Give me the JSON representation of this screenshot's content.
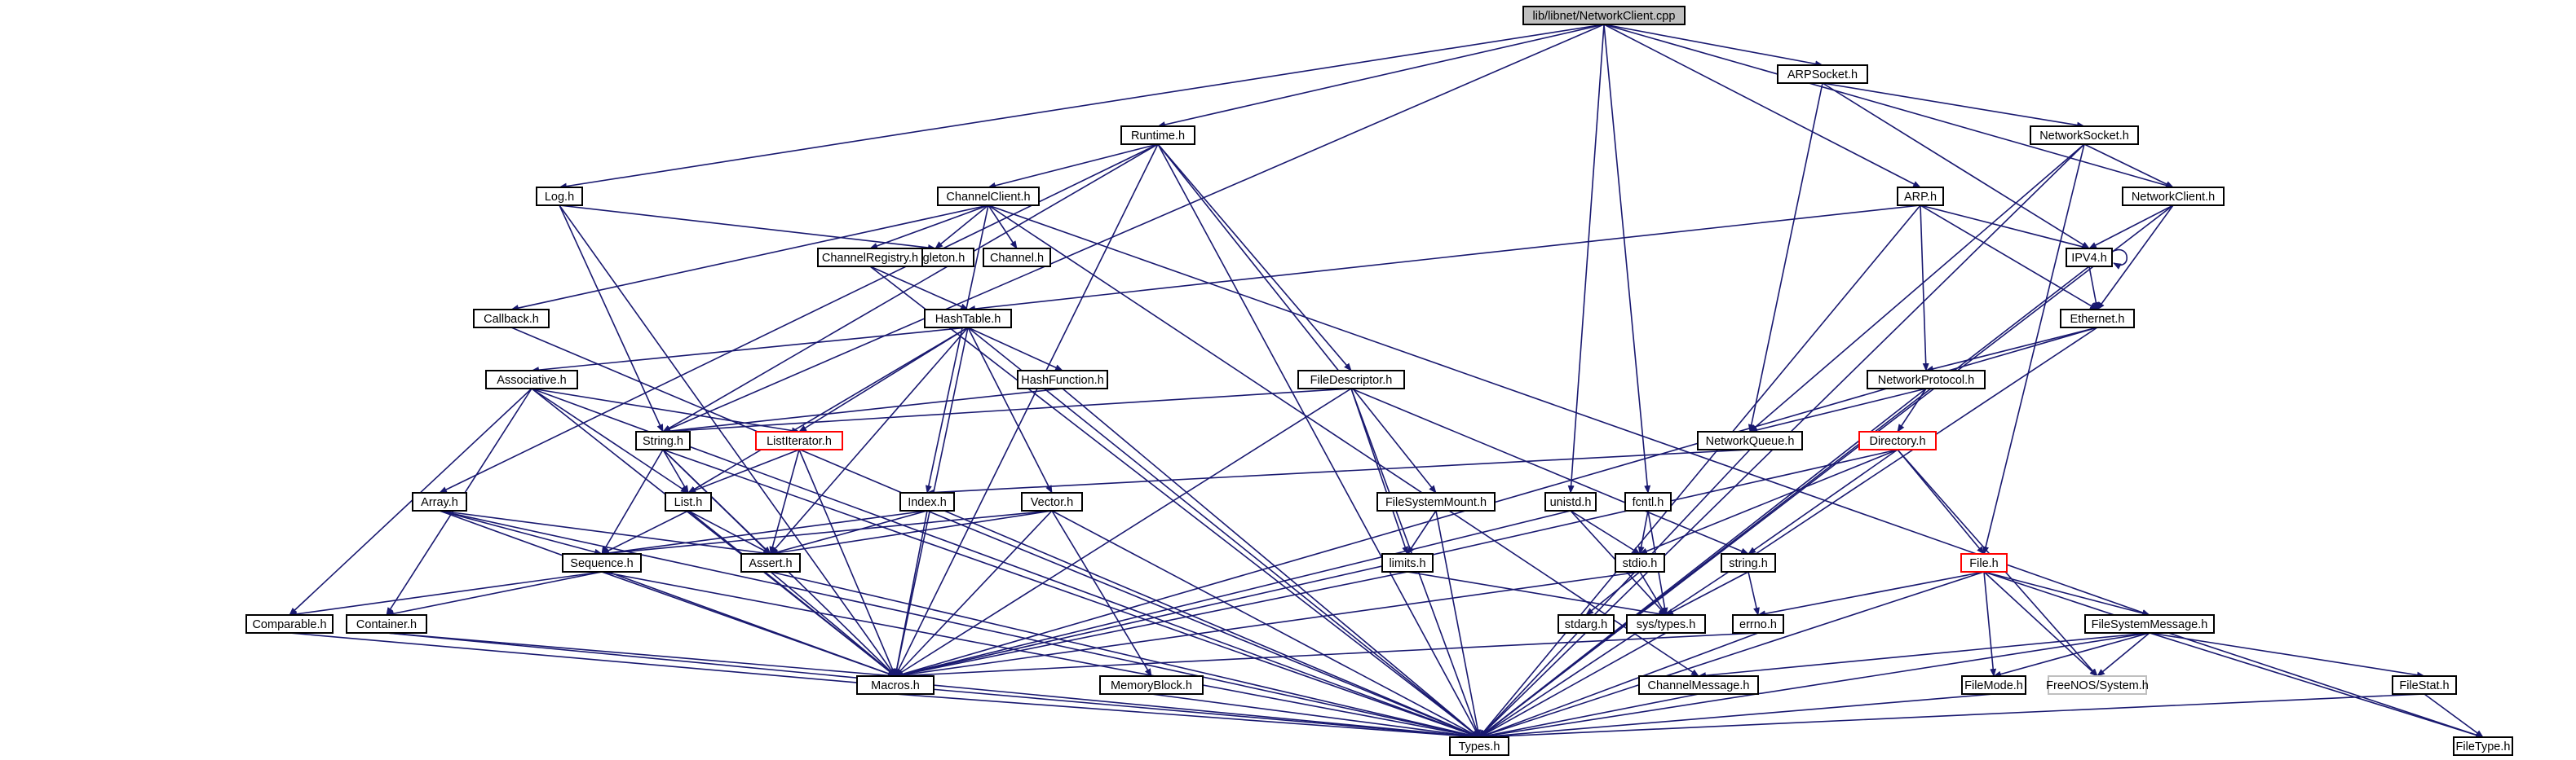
{
  "graph": {
    "title": "lib/libnet/NetworkClient.cpp",
    "edge_color": "#191970",
    "nodes": [
      {
        "id": "root",
        "label": "lib/libnet/NetworkClient.cpp",
        "style": "root"
      },
      {
        "id": "arpsocket",
        "label": "ARPSocket.h"
      },
      {
        "id": "runtime",
        "label": "Runtime.h"
      },
      {
        "id": "networksocket",
        "label": "NetworkSocket.h"
      },
      {
        "id": "log",
        "label": "Log.h"
      },
      {
        "id": "channelclient",
        "label": "ChannelClient.h"
      },
      {
        "id": "arp",
        "label": "ARP.h"
      },
      {
        "id": "networkclient",
        "label": "NetworkClient.h"
      },
      {
        "id": "singleton",
        "label": "Singleton.h"
      },
      {
        "id": "channelregistry",
        "label": "ChannelRegistry.h"
      },
      {
        "id": "channel",
        "label": "Channel.h"
      },
      {
        "id": "ipv4",
        "label": "IPV4.h"
      },
      {
        "id": "callback",
        "label": "Callback.h"
      },
      {
        "id": "hashtable",
        "label": "HashTable.h"
      },
      {
        "id": "ethernet",
        "label": "Ethernet.h"
      },
      {
        "id": "associative",
        "label": "Associative.h"
      },
      {
        "id": "hashfunction",
        "label": "HashFunction.h"
      },
      {
        "id": "filedescriptor",
        "label": "FileDescriptor.h"
      },
      {
        "id": "networkprotocol",
        "label": "NetworkProtocol.h"
      },
      {
        "id": "string",
        "label": "String.h"
      },
      {
        "id": "listiterator",
        "label": "ListIterator.h",
        "style": "red"
      },
      {
        "id": "networkqueue",
        "label": "NetworkQueue.h"
      },
      {
        "id": "directory",
        "label": "Directory.h",
        "style": "red"
      },
      {
        "id": "array",
        "label": "Array.h"
      },
      {
        "id": "list",
        "label": "List.h"
      },
      {
        "id": "index",
        "label": "Index.h"
      },
      {
        "id": "vector",
        "label": "Vector.h"
      },
      {
        "id": "filesystemmount",
        "label": "FileSystemMount.h"
      },
      {
        "id": "unistd",
        "label": "unistd.h"
      },
      {
        "id": "fcntl",
        "label": "fcntl.h"
      },
      {
        "id": "sequence",
        "label": "Sequence.h"
      },
      {
        "id": "assert",
        "label": "Assert.h"
      },
      {
        "id": "limits",
        "label": "limits.h"
      },
      {
        "id": "stdio",
        "label": "stdio.h"
      },
      {
        "id": "stringh",
        "label": "string.h"
      },
      {
        "id": "file",
        "label": "File.h",
        "style": "red"
      },
      {
        "id": "comparable",
        "label": "Comparable.h"
      },
      {
        "id": "container",
        "label": "Container.h"
      },
      {
        "id": "stdarg",
        "label": "stdarg.h"
      },
      {
        "id": "systypes",
        "label": "sys/types.h"
      },
      {
        "id": "errno",
        "label": "errno.h"
      },
      {
        "id": "filesystemmessage",
        "label": "FileSystemMessage.h"
      },
      {
        "id": "macros",
        "label": "Macros.h"
      },
      {
        "id": "memoryblock",
        "label": "MemoryBlock.h"
      },
      {
        "id": "channelmessage",
        "label": "ChannelMessage.h"
      },
      {
        "id": "filemode",
        "label": "FileMode.h"
      },
      {
        "id": "freenossystem",
        "label": "FreeNOS/System.h",
        "style": "gray"
      },
      {
        "id": "filestat",
        "label": "FileStat.h"
      },
      {
        "id": "types",
        "label": "Types.h"
      },
      {
        "id": "filetype",
        "label": "FileType.h"
      }
    ],
    "edges": [
      [
        "root",
        "arpsocket"
      ],
      [
        "root",
        "runtime"
      ],
      [
        "root",
        "log"
      ],
      [
        "root",
        "string"
      ],
      [
        "root",
        "arp"
      ],
      [
        "root",
        "networkclient"
      ],
      [
        "root",
        "unistd"
      ],
      [
        "root",
        "fcntl"
      ],
      [
        "arpsocket",
        "networksocket"
      ],
      [
        "arpsocket",
        "ipv4"
      ],
      [
        "arpsocket",
        "networkqueue"
      ],
      [
        "runtime",
        "channelclient"
      ],
      [
        "runtime",
        "array"
      ],
      [
        "runtime",
        "macros"
      ],
      [
        "runtime",
        "string"
      ],
      [
        "runtime",
        "filedescriptor"
      ],
      [
        "runtime",
        "filesystemmount"
      ],
      [
        "runtime",
        "types"
      ],
      [
        "networksocket",
        "networkclient"
      ],
      [
        "networksocket",
        "networkqueue"
      ],
      [
        "networksocket",
        "file"
      ],
      [
        "networksocket",
        "types"
      ],
      [
        "log",
        "singleton"
      ],
      [
        "log",
        "string"
      ],
      [
        "log",
        "macros"
      ],
      [
        "channelclient",
        "singleton"
      ],
      [
        "channelclient",
        "channelregistry"
      ],
      [
        "channelclient",
        "channel"
      ],
      [
        "channelclient",
        "callback"
      ],
      [
        "channelclient",
        "index"
      ],
      [
        "channelclient",
        "channelmessage"
      ],
      [
        "channelclient",
        "filesystemmessage"
      ],
      [
        "arp",
        "hashtable"
      ],
      [
        "arp",
        "ipv4"
      ],
      [
        "arp",
        "ethernet"
      ],
      [
        "arp",
        "networkprotocol"
      ],
      [
        "arp",
        "types"
      ],
      [
        "networkclient",
        "ipv4"
      ],
      [
        "networkclient",
        "ethernet"
      ],
      [
        "networkclient",
        "types"
      ],
      [
        "channelregistry",
        "hashtable"
      ],
      [
        "channelregistry",
        "types"
      ],
      [
        "ipv4",
        "ipv4"
      ],
      [
        "ipv4",
        "ethernet"
      ],
      [
        "ipv4",
        "types"
      ],
      [
        "callback",
        "types"
      ],
      [
        "hashtable",
        "associative"
      ],
      [
        "hashtable",
        "hashfunction"
      ],
      [
        "hashtable",
        "listiterator"
      ],
      [
        "hashtable",
        "list"
      ],
      [
        "hashtable",
        "assert"
      ],
      [
        "hashtable",
        "vector"
      ],
      [
        "hashtable",
        "macros"
      ],
      [
        "hashtable",
        "types"
      ],
      [
        "ethernet",
        "networkprotocol"
      ],
      [
        "ethernet",
        "types"
      ],
      [
        "ethernet",
        "macros"
      ],
      [
        "associative",
        "listiterator"
      ],
      [
        "associative",
        "list"
      ],
      [
        "associative",
        "comparable"
      ],
      [
        "associative",
        "container"
      ],
      [
        "associative",
        "macros"
      ],
      [
        "associative",
        "types"
      ],
      [
        "hashfunction",
        "string"
      ],
      [
        "hashfunction",
        "types"
      ],
      [
        "filedescriptor",
        "string"
      ],
      [
        "filedescriptor",
        "limits"
      ],
      [
        "filedescriptor",
        "stringh"
      ],
      [
        "filedescriptor",
        "macros"
      ],
      [
        "filedescriptor",
        "types"
      ],
      [
        "networkprotocol",
        "networkqueue"
      ],
      [
        "networkprotocol",
        "directory"
      ],
      [
        "networkprotocol",
        "types"
      ],
      [
        "string",
        "list"
      ],
      [
        "string",
        "sequence"
      ],
      [
        "string",
        "assert"
      ],
      [
        "string",
        "macros"
      ],
      [
        "string",
        "types"
      ],
      [
        "listiterator",
        "list"
      ],
      [
        "listiterator",
        "assert"
      ],
      [
        "listiterator",
        "macros"
      ],
      [
        "networkqueue",
        "index"
      ],
      [
        "networkqueue",
        "types"
      ],
      [
        "directory",
        "file"
      ],
      [
        "directory",
        "stdio"
      ],
      [
        "directory",
        "stringh"
      ],
      [
        "directory",
        "freenossystem"
      ],
      [
        "directory",
        "macros"
      ],
      [
        "array",
        "sequence"
      ],
      [
        "array",
        "assert"
      ],
      [
        "array",
        "macros"
      ],
      [
        "array",
        "types"
      ],
      [
        "list",
        "sequence"
      ],
      [
        "list",
        "assert"
      ],
      [
        "list",
        "macros"
      ],
      [
        "index",
        "sequence"
      ],
      [
        "index",
        "assert"
      ],
      [
        "index",
        "macros"
      ],
      [
        "index",
        "types"
      ],
      [
        "vector",
        "sequence"
      ],
      [
        "vector",
        "assert"
      ],
      [
        "vector",
        "memoryblock"
      ],
      [
        "vector",
        "macros"
      ],
      [
        "vector",
        "types"
      ],
      [
        "filesystemmount",
        "limits"
      ],
      [
        "filesystemmount",
        "types"
      ],
      [
        "unistd",
        "stdio"
      ],
      [
        "unistd",
        "systypes"
      ],
      [
        "unistd",
        "macros"
      ],
      [
        "fcntl",
        "stdio"
      ],
      [
        "fcntl",
        "systypes"
      ],
      [
        "sequence",
        "comparable"
      ],
      [
        "sequence",
        "container"
      ],
      [
        "sequence",
        "macros"
      ],
      [
        "sequence",
        "types"
      ],
      [
        "assert",
        "macros"
      ],
      [
        "assert",
        "types"
      ],
      [
        "limits",
        "systypes"
      ],
      [
        "limits",
        "macros"
      ],
      [
        "stdio",
        "stdarg"
      ],
      [
        "stdio",
        "systypes"
      ],
      [
        "stdio",
        "macros"
      ],
      [
        "stringh",
        "systypes"
      ],
      [
        "stringh",
        "errno"
      ],
      [
        "file",
        "errno"
      ],
      [
        "file",
        "filesystemmessage"
      ],
      [
        "file",
        "filemode"
      ],
      [
        "file",
        "freenossystem"
      ],
      [
        "file",
        "types"
      ],
      [
        "file",
        "filetype"
      ],
      [
        "comparable",
        "types"
      ],
      [
        "container",
        "macros"
      ],
      [
        "container",
        "types"
      ],
      [
        "systypes",
        "types"
      ],
      [
        "errno",
        "macros"
      ],
      [
        "errno",
        "types"
      ],
      [
        "filesystemmessage",
        "channelmessage"
      ],
      [
        "filesystemmessage",
        "filemode"
      ],
      [
        "filesystemmessage",
        "freenossystem"
      ],
      [
        "filesystemmessage",
        "filestat"
      ],
      [
        "filesystemmessage",
        "filetype"
      ],
      [
        "filesystemmessage",
        "types"
      ],
      [
        "macros",
        "types"
      ],
      [
        "memoryblock",
        "types"
      ],
      [
        "channelmessage",
        "types"
      ],
      [
        "filemode",
        "types"
      ],
      [
        "filestat",
        "filetype"
      ],
      [
        "filestat",
        "types"
      ]
    ]
  }
}
